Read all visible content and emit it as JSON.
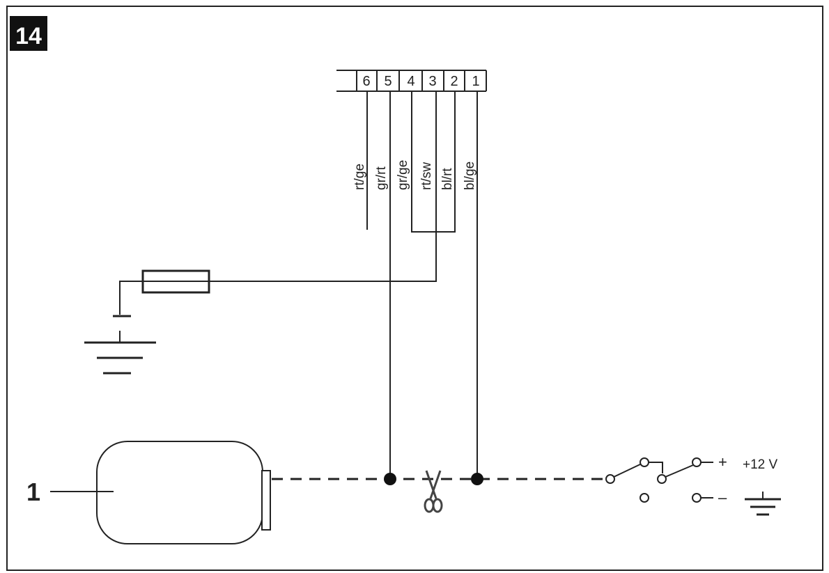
{
  "figure": {
    "number": "14",
    "item_label": "1"
  },
  "connector": {
    "pins": [
      "6",
      "5",
      "4",
      "3",
      "2",
      "1"
    ],
    "wire_labels": [
      "rt/ge",
      "gr/rt",
      "gr/ge",
      "rt/sw",
      "bl/rt",
      "bl/ge"
    ]
  },
  "switch": {
    "plus_symbol": "+",
    "voltage_label": "+12 V",
    "minus_symbol": "–"
  },
  "icons": {
    "ground": "ground-icon",
    "fuse": "fuse-icon",
    "scissors": "scissors-icon",
    "device": "device-body"
  }
}
